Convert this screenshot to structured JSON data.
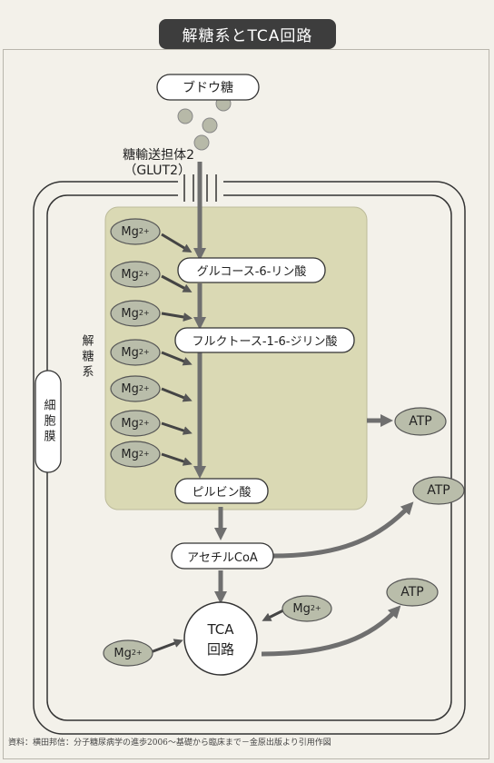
{
  "title": "解糖系とTCA回路",
  "glucose": "ブドウ糖",
  "transporter": {
    "line1": "糖輸送担体2",
    "line2": "（GLUT2）"
  },
  "membrane_label": "細胞膜",
  "glycolysis_label": "解糖系",
  "nodes": {
    "g6p": "グルコース-6-リン酸",
    "fbp": "フルクトース-1-6-ジリン酸",
    "pyruvate": "ピルビン酸",
    "acetylcoa": "アセチルCoA",
    "tca_line1": "TCA",
    "tca_line2": "回路"
  },
  "mg": {
    "base": "Mg",
    "charge": "2+"
  },
  "atp": "ATP",
  "footer": "資料：横田邦信：分子糖尿病学の進歩2006～基礎から臨床まで－金原出版より引用作図",
  "colors": {
    "glycolysis_box": "#dad9b4",
    "mg_fill": "#b9bdaa",
    "arrow": "#666666",
    "title_bg": "#3d3d3d"
  }
}
